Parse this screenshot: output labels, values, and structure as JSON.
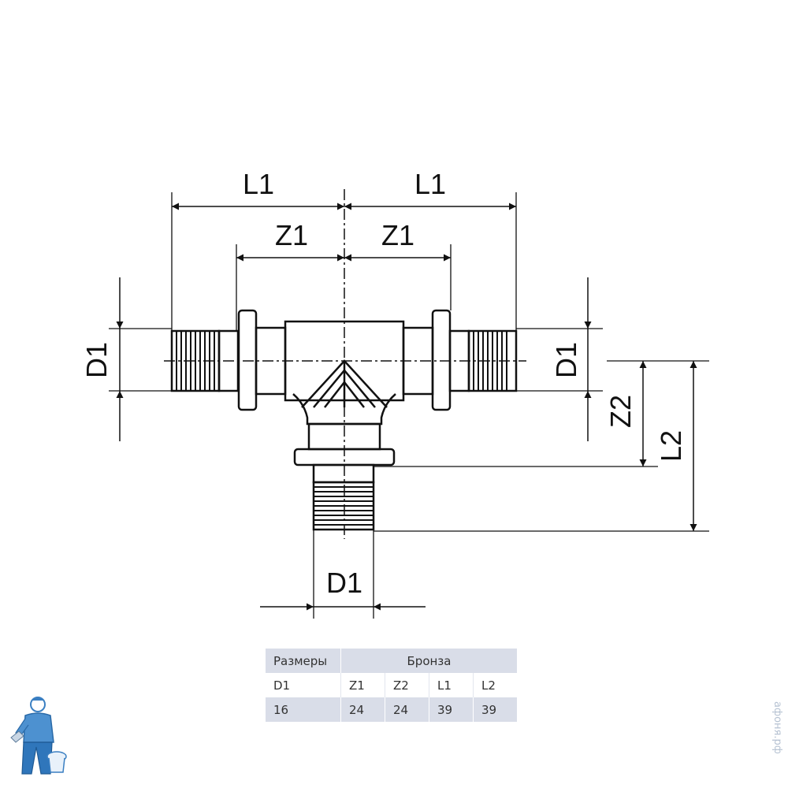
{
  "drawing": {
    "labels": {
      "L1_left": "L1",
      "L1_right": "L1",
      "Z1_left": "Z1",
      "Z1_right": "Z1",
      "D1_left": "D1",
      "D1_right": "D1",
      "D1_bottom": "D1",
      "Z2": "Z2",
      "L2": "L2"
    }
  },
  "table": {
    "header_left": "Размеры",
    "header_group": "Бронза",
    "columns": [
      "D1",
      "Z1",
      "Z2",
      "L1",
      "L2"
    ],
    "values": [
      "16",
      "24",
      "24",
      "39",
      "39"
    ],
    "colors": {
      "header_bg": "#d9dde8",
      "row_bg": "#d9dde8"
    }
  },
  "watermark": "афоня.рф"
}
